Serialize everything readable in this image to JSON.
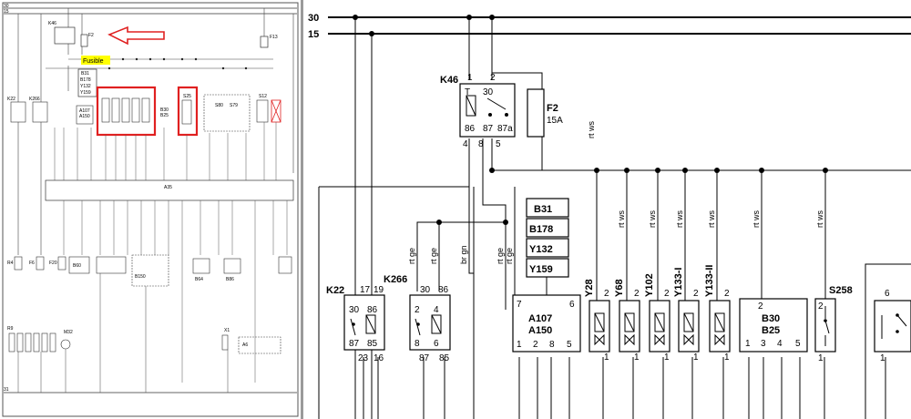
{
  "overview": {
    "rails": [
      "30",
      "15"
    ],
    "bottom_rail": "31",
    "fusible_label": "Fusible",
    "relay_label": "K46",
    "fuse_label": "F2",
    "f13_label": "F13",
    "modules": [
      "B31",
      "B178",
      "Y132",
      "Y159"
    ],
    "labels": {
      "k22": "K22",
      "k266": "K266",
      "a107": "A107",
      "a150": "A150",
      "b30": "B30",
      "b25": "B25",
      "s25": "S25",
      "s12": "S12",
      "a35": "A35",
      "b60": "B60",
      "b150": "B150",
      "b64": "B64",
      "b86": "B86",
      "x1": "X1",
      "m32": "M32",
      "r9": "R9",
      "r4": "R4",
      "f6": "F6",
      "f20": "F20",
      "a6": "A6",
      "s80": "S80",
      "s79": "S79"
    }
  },
  "detail": {
    "rails": [
      "30",
      "15"
    ],
    "relay": {
      "name": "K46",
      "pins_top": [
        "1",
        "2"
      ],
      "pins_bottom": [
        "4",
        "8",
        "5"
      ],
      "contacts": [
        "T",
        "30",
        "86",
        "87",
        "87a"
      ]
    },
    "fuse": {
      "name": "F2",
      "rating": "15A"
    },
    "module_stack": [
      "B31",
      "B178",
      "Y132",
      "Y159"
    ],
    "wire_labels": {
      "rt_ws": "rt ws",
      "rt_ge": "rt ge",
      "br_gn": "br gn"
    },
    "k22": {
      "name": "K22",
      "top_pins": [
        "17",
        "19"
      ],
      "contacts": [
        "30",
        "86",
        "87",
        "85"
      ],
      "bottom_pins": [
        "23",
        "16"
      ]
    },
    "k266": {
      "name": "K266",
      "top_pins": [
        "30",
        "86"
      ],
      "contacts": [
        "2",
        "4",
        "8",
        "6"
      ],
      "bottom_pins": [
        "87",
        "85"
      ]
    },
    "a107": {
      "names": [
        "A107",
        "A150"
      ],
      "top_pins": [
        "7",
        "6"
      ],
      "bottom_pins": [
        "1",
        "2",
        "8",
        "5"
      ]
    },
    "actuators": [
      {
        "name": "Y28",
        "pins": [
          "2",
          "1"
        ]
      },
      {
        "name": "Y68",
        "pins": [
          "2",
          "1"
        ]
      },
      {
        "name": "Y102",
        "pins": [
          "2",
          "1"
        ]
      },
      {
        "name": "Y133-I",
        "pins": [
          "2",
          "1"
        ]
      },
      {
        "name": "Y133-II",
        "pins": [
          "2",
          "1"
        ]
      }
    ],
    "b30": {
      "names": [
        "B30",
        "B25"
      ],
      "top_pins": [
        "2"
      ],
      "bottom_pins": [
        "1",
        "3",
        "4",
        "5"
      ]
    },
    "s258": {
      "name": "S258",
      "pins": [
        "2",
        "1"
      ]
    },
    "partial": {
      "pins": [
        "6",
        "1"
      ]
    }
  }
}
